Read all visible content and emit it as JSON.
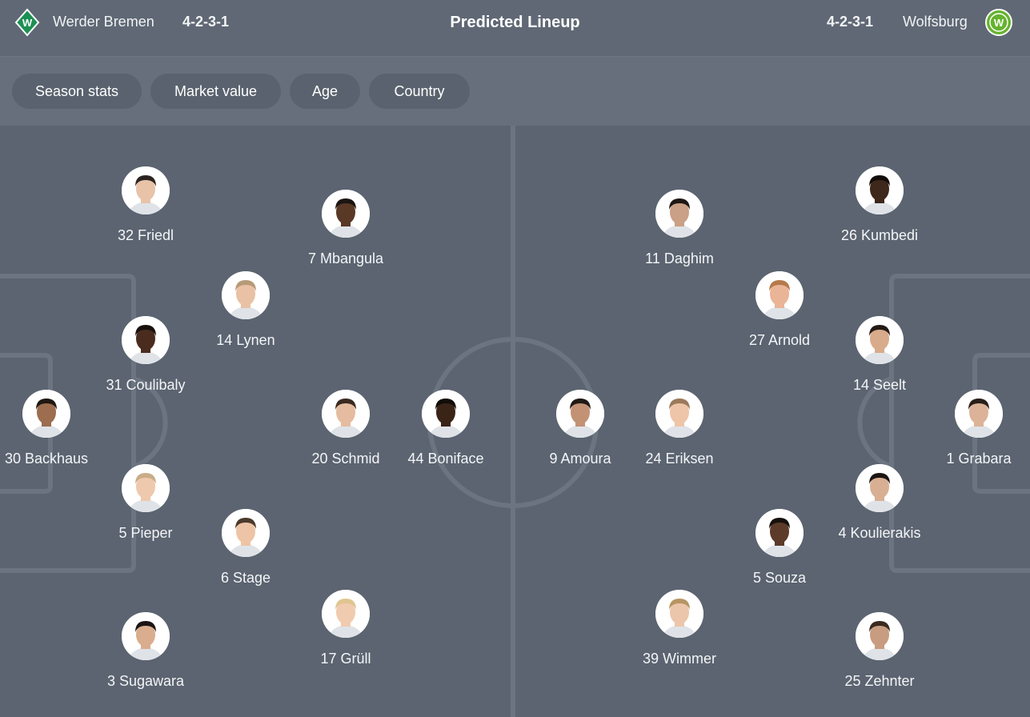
{
  "header": {
    "title": "Predicted Lineup",
    "home": {
      "name": "Werder Bremen",
      "formation": "4-2-3-1",
      "crest_icon": "werder-bremen-crest-icon",
      "crest_color": "#1d9053"
    },
    "away": {
      "name": "Wolfsburg",
      "formation": "4-2-3-1",
      "crest_icon": "wolfsburg-crest-icon",
      "crest_color": "#65b32e"
    }
  },
  "filters": [
    {
      "label": "Season stats"
    },
    {
      "label": "Market value"
    },
    {
      "label": "Age"
    },
    {
      "label": "Country"
    }
  ],
  "home_players": [
    {
      "number": "32",
      "name": "Friedl",
      "label": "32 Friedl",
      "skin": "#e8c3a8",
      "hair": "#2b2320"
    },
    {
      "number": "7",
      "name": "Mbangula",
      "label": "7 Mbangula",
      "skin": "#5a3826",
      "hair": "#1b1512"
    },
    {
      "number": "14",
      "name": "Lynen",
      "label": "14 Lynen",
      "skin": "#e9c1a4",
      "hair": "#b79a78"
    },
    {
      "number": "31",
      "name": "Coulibaly",
      "label": "31 Coulibaly",
      "skin": "#4a2c1e",
      "hair": "#17110e"
    },
    {
      "number": "30",
      "name": "Backhaus",
      "label": "30 Backhaus",
      "skin": "#9c6d4f",
      "hair": "#1f1712"
    },
    {
      "number": "20",
      "name": "Schmid",
      "label": "20 Schmid",
      "skin": "#e6bca0",
      "hair": "#3a2a20"
    },
    {
      "number": "44",
      "name": "Boniface",
      "label": "44 Boniface",
      "skin": "#3a2418",
      "hair": "#120d0a"
    },
    {
      "number": "5",
      "name": "Pieper",
      "label": "5 Pieper",
      "skin": "#efc9ad",
      "hair": "#c9ad88"
    },
    {
      "number": "6",
      "name": "Stage",
      "label": "6 Stage",
      "skin": "#eec4a6",
      "hair": "#4a3a2c"
    },
    {
      "number": "17",
      "name": "Grüll",
      "label": "17 Grüll",
      "skin": "#f1cbb0",
      "hair": "#e0c58f"
    },
    {
      "number": "3",
      "name": "Sugawara",
      "label": "3 Sugawara",
      "skin": "#d9ad8d",
      "hair": "#1a1514"
    }
  ],
  "away_players": [
    {
      "number": "11",
      "name": "Daghim",
      "label": "11 Daghim",
      "skin": "#caa086",
      "hair": "#1f1714"
    },
    {
      "number": "26",
      "name": "Kumbedi",
      "label": "26 Kumbedi",
      "skin": "#3e271b",
      "hair": "#120d0a"
    },
    {
      "number": "27",
      "name": "Arnold",
      "label": "27 Arnold",
      "skin": "#eab497",
      "hair": "#b47a4a"
    },
    {
      "number": "14",
      "name": "Seelt",
      "label": "14 Seelt",
      "skin": "#d8ab8b",
      "hair": "#231a16"
    },
    {
      "number": "9",
      "name": "Amoura",
      "label": "9 Amoura",
      "skin": "#c39275",
      "hair": "#221915"
    },
    {
      "number": "24",
      "name": "Eriksen",
      "label": "24 Eriksen",
      "skin": "#eec5a8",
      "hair": "#9a7a5a"
    },
    {
      "number": "1",
      "name": "Grabara",
      "label": "1 Grabara",
      "skin": "#dcb398",
      "hair": "#2a1f19"
    },
    {
      "number": "4",
      "name": "Koulierakis",
      "label": "4 Koulierakis",
      "skin": "#d9af93",
      "hair": "#1c1512"
    },
    {
      "number": "5",
      "name": "Souza",
      "label": "5 Souza",
      "skin": "#5c3b2a",
      "hair": "#16110e"
    },
    {
      "number": "39",
      "name": "Wimmer",
      "label": "39 Wimmer",
      "skin": "#ecc6aa",
      "hair": "#b79562"
    },
    {
      "number": "25",
      "name": "Zehnter",
      "label": "25 Zehnter",
      "skin": "#c89c80",
      "hair": "#3a2a1f"
    }
  ]
}
